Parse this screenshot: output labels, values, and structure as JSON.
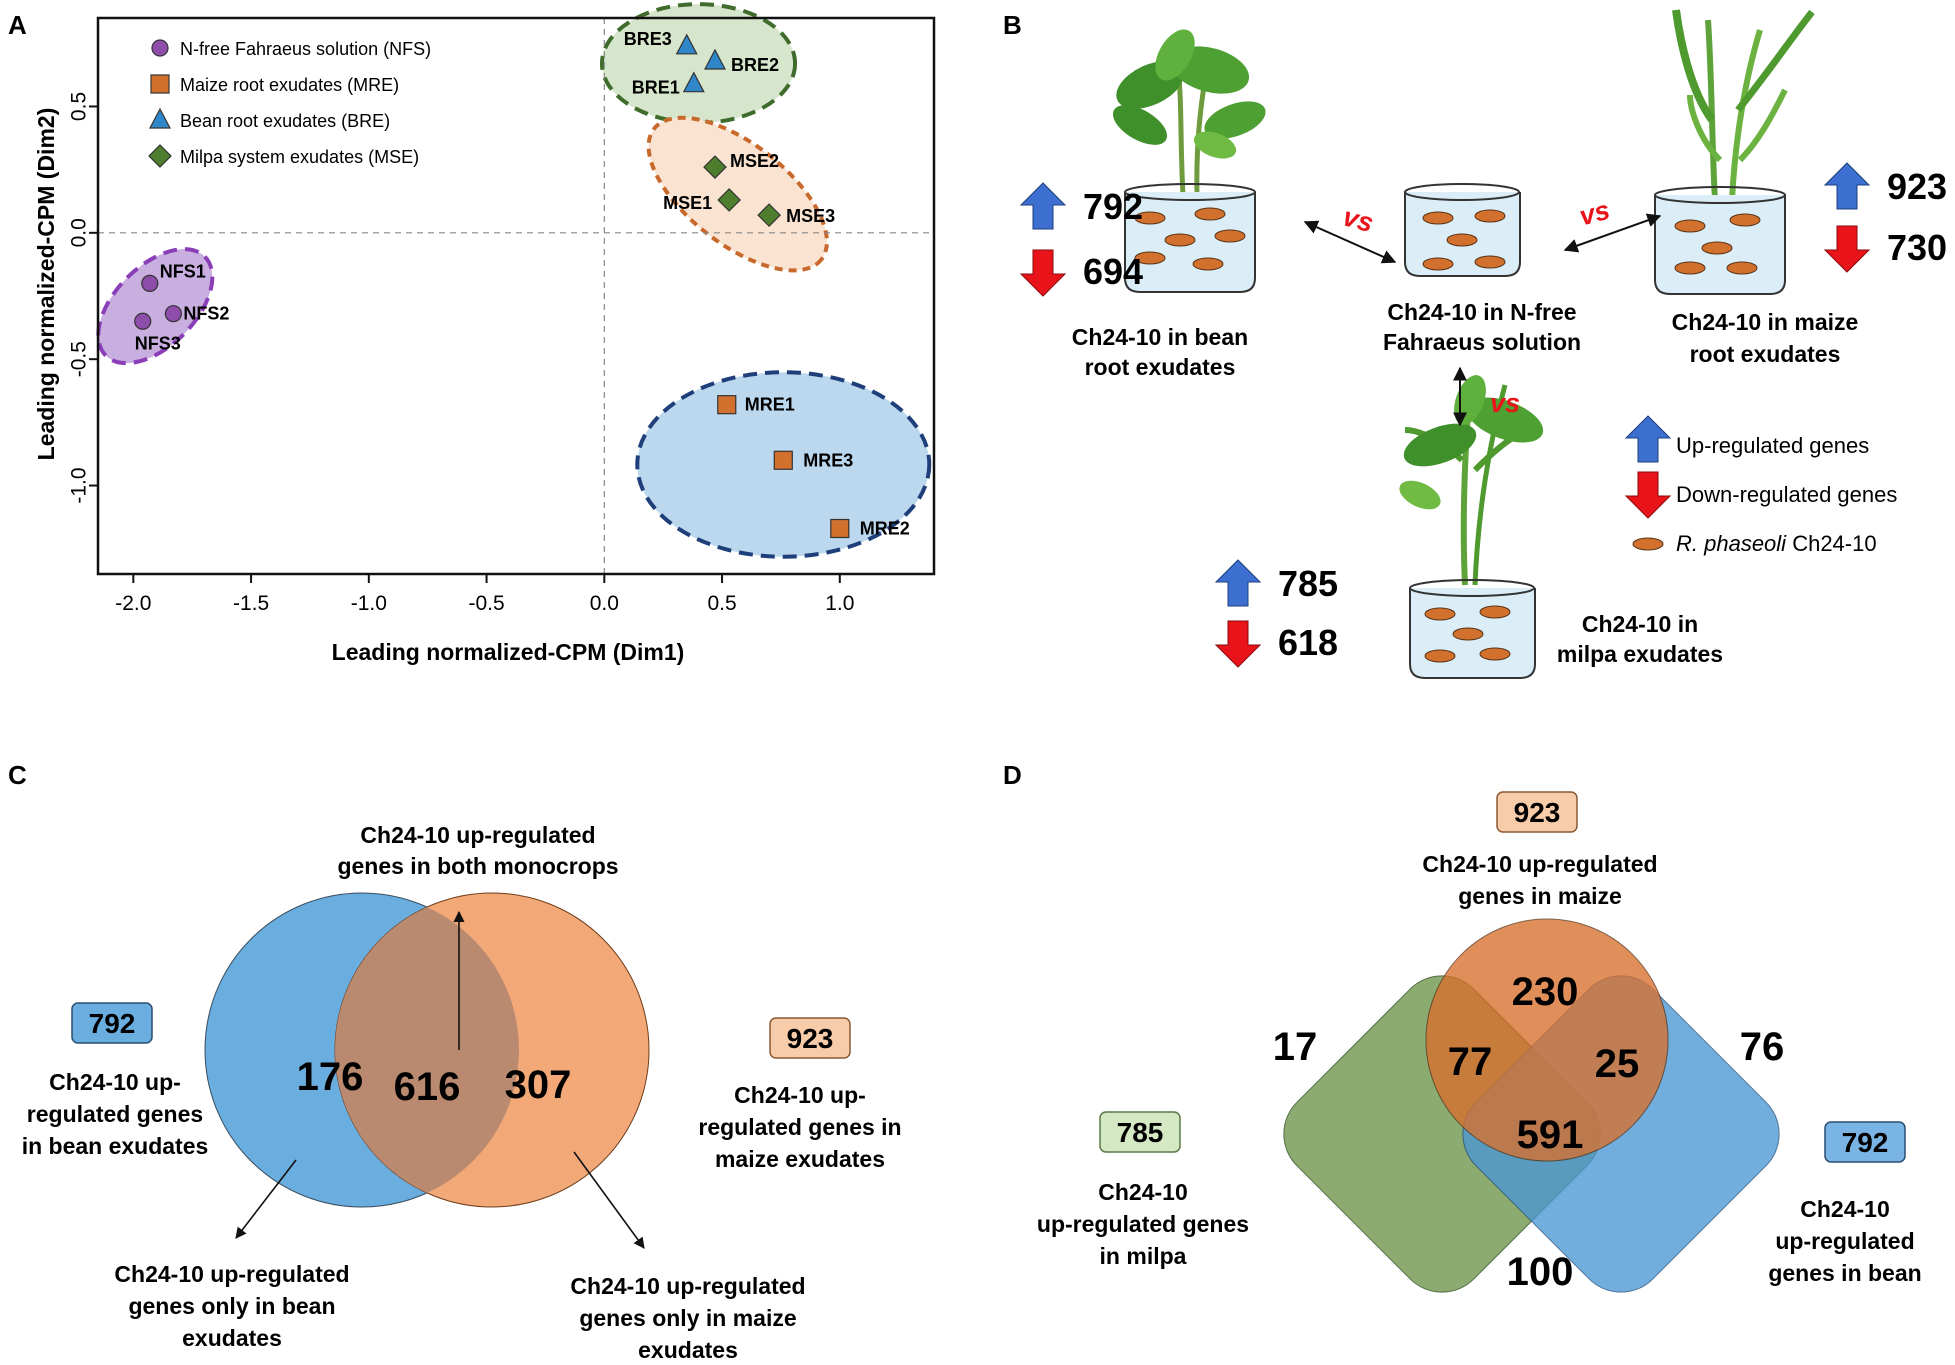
{
  "panels": {
    "A": {
      "letter": "A"
    },
    "B": {
      "letter": "B"
    },
    "C": {
      "letter": "C"
    },
    "D": {
      "letter": "D"
    }
  },
  "chart_data": [
    {
      "type": "scatter",
      "panel": "A",
      "xlabel": "Leading normalized-CPM  (Dim1)",
      "ylabel": "Leading normalized-CPM  (Dim2)",
      "xlim": [
        -2.15,
        1.4
      ],
      "ylim": [
        -1.35,
        0.85
      ],
      "xticks": [
        -2.0,
        -1.5,
        -1.0,
        -0.5,
        0.0,
        0.5,
        1.0
      ],
      "xtick_labels": [
        "-2.0",
        "-1.5",
        "-1.0",
        "-0.5",
        "0.0",
        "0.5",
        "1.0"
      ],
      "yticks": [
        0.5,
        0.0,
        -0.5,
        -1.0
      ],
      "ytick_labels": [
        "0.5",
        "0.0",
        "-0.5",
        "-1.0"
      ],
      "reference_lines": {
        "x": 0,
        "y": 0
      },
      "legend_position": "top-left",
      "series": [
        {
          "name": "N-free Fahraeus solution (NFS)",
          "marker": "circle",
          "color": "#8e4dab",
          "points": [
            {
              "label": "NFS1",
              "x": -1.93,
              "y": -0.2
            },
            {
              "label": "NFS2",
              "x": -1.83,
              "y": -0.32
            },
            {
              "label": "NFS3",
              "x": -1.96,
              "y": -0.35
            }
          ]
        },
        {
          "name": "Maize root exudates (MRE)",
          "marker": "square",
          "color": "#d2702e",
          "points": [
            {
              "label": "MRE1",
              "x": 0.52,
              "y": -0.68
            },
            {
              "label": "MRE3",
              "x": 0.76,
              "y": -0.9
            },
            {
              "label": "MRE2",
              "x": 1.0,
              "y": -1.17
            }
          ]
        },
        {
          "name": "Bean root exudates (BRE)",
          "marker": "triangle",
          "color": "#2f86c8",
          "points": [
            {
              "label": "BRE3",
              "x": 0.35,
              "y": 0.74
            },
            {
              "label": "BRE2",
              "x": 0.47,
              "y": 0.68
            },
            {
              "label": "BRE1",
              "x": 0.38,
              "y": 0.59
            }
          ]
        },
        {
          "name": "Milpa system exudates (MSE)",
          "marker": "diamond",
          "color": "#4f7d2e",
          "points": [
            {
              "label": "MSE2",
              "x": 0.47,
              "y": 0.26
            },
            {
              "label": "MSE1",
              "x": 0.53,
              "y": 0.13
            },
            {
              "label": "MSE3",
              "x": 0.7,
              "y": 0.07
            }
          ]
        }
      ],
      "clusters": [
        {
          "group": "NFS",
          "fill": "#c9aee0",
          "stroke": "#8a3fb8"
        },
        {
          "group": "BRE",
          "fill": "#bcd8ee",
          "stroke": "#1f3f7a"
        },
        {
          "group": "MSE",
          "fill": "#d6e6cc",
          "stroke": "#3f6b2c"
        },
        {
          "group": "MRE",
          "fill": "#fbe3d2",
          "stroke": "#c8692c"
        }
      ]
    },
    {
      "type": "venn",
      "panel": "C",
      "sets": [
        {
          "name": "bean",
          "total": "792",
          "color": "#6aaee0",
          "label": "Ch24-10 up-regulated genes in bean exudates",
          "label_lines": [
            "Ch24-10 up-",
            "regulated genes",
            "in bean exudates"
          ]
        },
        {
          "name": "maize",
          "total": "923",
          "color": "#f3a877",
          "label": "Ch24-10 up-regulated genes in maize exudates",
          "label_lines": [
            "Ch24-10 up-",
            "regulated genes in",
            "maize exudates"
          ]
        }
      ],
      "regions": [
        {
          "sets": [
            "bean"
          ],
          "value": "176"
        },
        {
          "sets": [
            "bean",
            "maize"
          ],
          "value": "616"
        },
        {
          "sets": [
            "maize"
          ],
          "value": "307"
        }
      ],
      "annotations": {
        "both": [
          "Ch24-10 up-regulated",
          "genes in both monocrops"
        ],
        "only_bean": [
          "Ch24-10 up-regulated",
          "genes only in bean",
          "exudates"
        ],
        "only_maize": [
          "Ch24-10 up-regulated",
          "genes only in maize",
          "exudates"
        ]
      }
    },
    {
      "type": "venn",
      "panel": "D",
      "sets": [
        {
          "name": "maize",
          "total": "923",
          "color": "#d8702e",
          "label_lines": [
            "Ch24-10 up-regulated",
            "genes in maize"
          ]
        },
        {
          "name": "milpa",
          "total": "785",
          "color": "#7da05e",
          "label_lines": [
            "Ch24-10",
            "up-regulated genes",
            "in milpa"
          ]
        },
        {
          "name": "bean",
          "total": "792",
          "color": "#4a97d4",
          "label_lines": [
            "Ch24-10",
            "up-regulated",
            "genes in bean"
          ]
        }
      ],
      "regions": [
        {
          "sets": [
            "milpa"
          ],
          "value": "17"
        },
        {
          "sets": [
            "maize"
          ],
          "value": "230"
        },
        {
          "sets": [
            "bean"
          ],
          "value": "76"
        },
        {
          "sets": [
            "milpa",
            "maize"
          ],
          "value": "77"
        },
        {
          "sets": [
            "maize",
            "bean"
          ],
          "value": "25"
        },
        {
          "sets": [
            "milpa",
            "maize",
            "bean"
          ],
          "value": "591"
        },
        {
          "sets": [
            "milpa",
            "bean"
          ],
          "value": "100"
        }
      ]
    }
  ],
  "panel_b": {
    "bean": {
      "up": "792",
      "down": "694",
      "caption": [
        "Ch24-10 in bean",
        "root exudates"
      ]
    },
    "nfs": {
      "caption": [
        "Ch24-10 in N-free",
        "Fahraeus solution"
      ]
    },
    "maize": {
      "up": "923",
      "down": "730",
      "caption": [
        "Ch24-10 in maize",
        "root exudates"
      ]
    },
    "milpa": {
      "up": "785",
      "down": "618",
      "caption": [
        "Ch24-10 in",
        "milpa exudates"
      ]
    },
    "vs_label": "vs",
    "legend": {
      "up": "Up-regulated genes",
      "down": "Down-regulated genes",
      "bacteria_italic": "R. phaseoli",
      "bacteria_rest": " Ch24-10"
    },
    "colors": {
      "up": "#3c6fd0",
      "down": "#e8141a",
      "bacteria": "#d2702e",
      "vs": "#e8141a"
    }
  }
}
